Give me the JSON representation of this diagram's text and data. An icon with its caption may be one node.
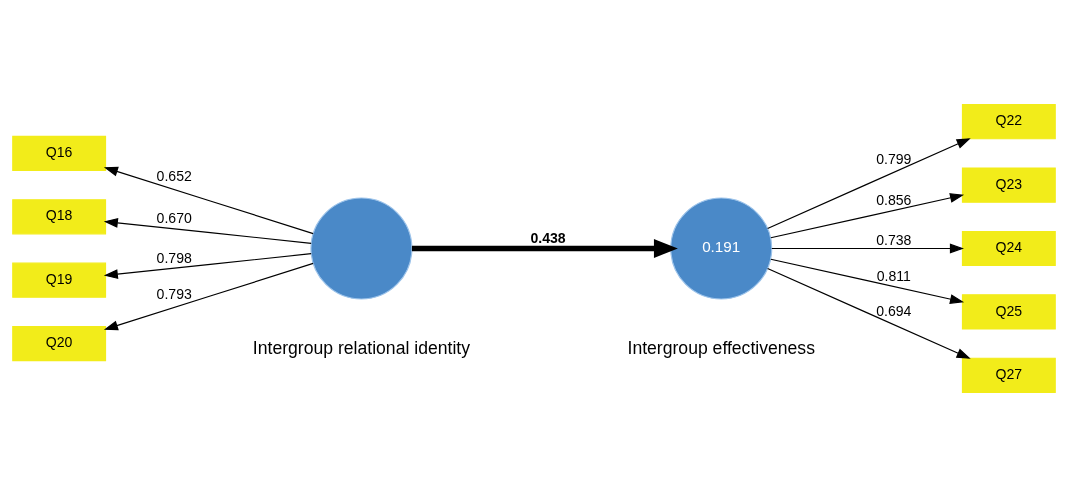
{
  "diagram": {
    "nodes": [
      {
        "text": [
          "Q16"
        ]
      },
      {
        "text": [
          "Q18"
        ]
      },
      {
        "text": [
          "Q19"
        ]
      },
      {
        "text": [
          "Q20"
        ]
      },
      {
        "text": [],
        "shape": "circle",
        "beside": [
          "Intergroup relational identity"
        ]
      },
      {
        "text": [
          "0.191"
        ],
        "beside": [
          "Intergroup effectiveness"
        ]
      },
      {
        "text": [
          "Q22"
        ]
      },
      {
        "text": [
          "Q23"
        ]
      },
      {
        "text": [
          "Q24"
        ]
      },
      {
        "text": [
          "Q25"
        ]
      },
      {
        "text": [
          "Q27"
        ]
      }
    ],
    "edges": [
      {
        "from": 4,
        "to": 0,
        "arrow": "to",
        "label": "0.652"
      },
      {
        "from": 4,
        "to": 1,
        "arrow": "to",
        "label": "0.670"
      },
      {
        "from": 4,
        "to": 2,
        "arrow": "to",
        "label": "0.798"
      },
      {
        "from": 4,
        "to": 3,
        "arrow": "to",
        "label": "0.793"
      },
      {
        "from": 4,
        "to": 5,
        "arrow": "to",
        "label": "0.438",
        "style": "thick"
      },
      {
        "from": 5,
        "to": 6,
        "arrow": "to",
        "label": "0.799"
      },
      {
        "from": 5,
        "to": 7,
        "arrow": "to",
        "label": "0.856"
      },
      {
        "from": 5,
        "to": 8,
        "arrow": "to",
        "label": "0.738"
      },
      {
        "from": 5,
        "to": 9,
        "arrow": "to",
        "label": "0.811"
      },
      {
        "from": 5,
        "to": 10,
        "arrow": "to",
        "label": "0.694"
      }
    ]
  }
}
